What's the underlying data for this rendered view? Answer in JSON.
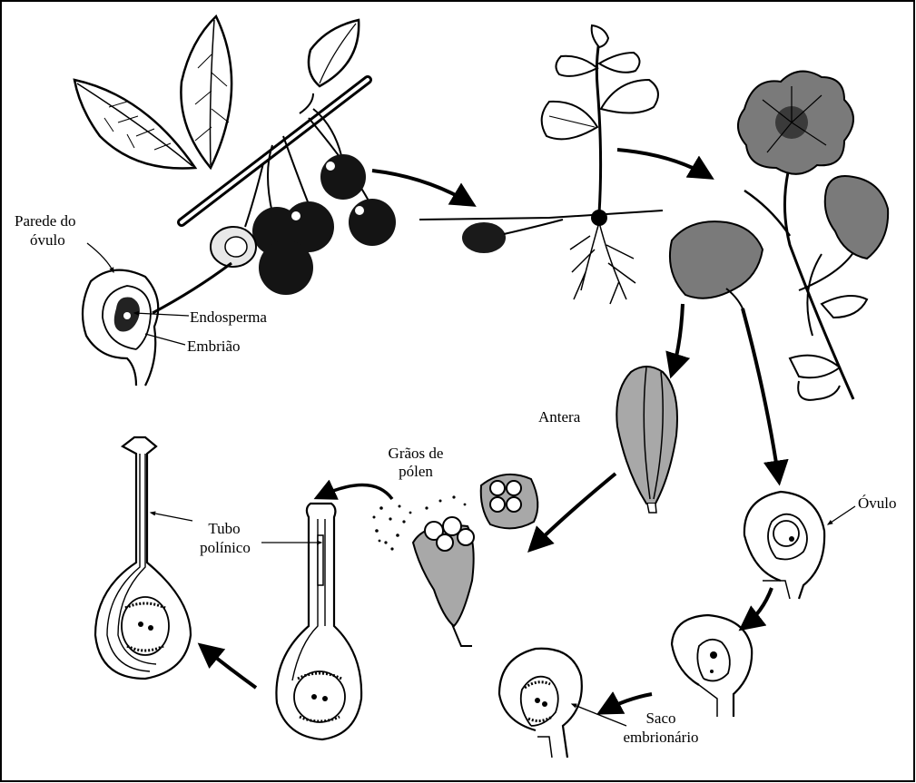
{
  "labels": {
    "parede_line1": "Parede do",
    "parede_line2": "óvulo",
    "endosperma": "Endosperma",
    "embriao": "Embrião",
    "antera": "Antera",
    "graos_line1": "Grãos de",
    "graos_line2": "pólen",
    "tubo_line1": "Tubo",
    "tubo_line2": "polínico",
    "ovulo": "Óvulo",
    "saco_line1": "Saco",
    "saco_line2": "embrionário"
  },
  "colors": {
    "ink": "#000000",
    "paper": "#ffffff",
    "fruit": "#141414",
    "petal": "#7a7a7a",
    "anther": "#a8a8a8"
  }
}
